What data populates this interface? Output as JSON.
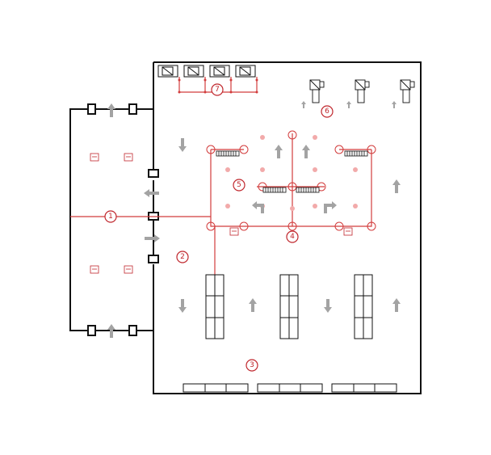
{
  "diagram": {
    "colors": {
      "wall": "#111111",
      "route": "#d23c3c",
      "marker": "#c0272d",
      "arrow": "#a3a3a3",
      "dot": "#f2aaaa"
    },
    "markers": [
      "1",
      "2",
      "3",
      "4",
      "5",
      "6",
      "7"
    ],
    "icons": {
      "arrow": "arrow-icon",
      "camera": "camera-icon",
      "monitor": "monitor-icon",
      "sensor": "sensor-icon"
    }
  }
}
